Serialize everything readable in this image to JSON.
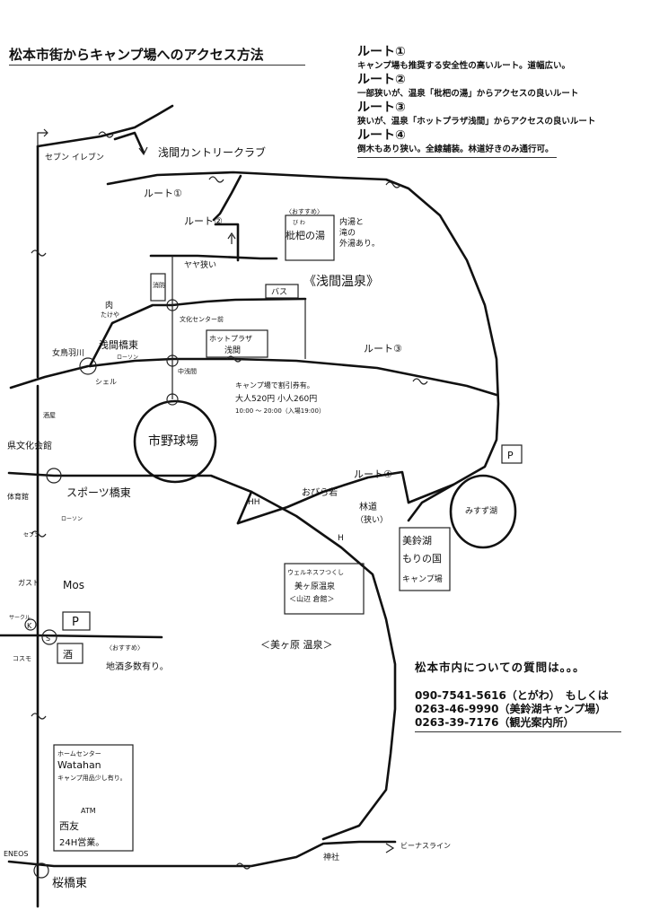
{
  "header": {
    "title": "松本市街からキャンプ場へのアクセス方法"
  },
  "routes": [
    {
      "label": "ルート①",
      "desc": "キャンプ場も推奨する安全性の高いルート。道幅広い。"
    },
    {
      "label": "ルート②",
      "desc": "一部狭いが、温泉「枇杷の湯」からアクセスの良いルート"
    },
    {
      "label": "ルート③",
      "desc": "狭いが、温泉「ホットプラザ浅間」からアクセスの良いルート"
    },
    {
      "label": "ルート④",
      "desc": "倒木もあり狭い。全線舗装。林道好きのみ通行可。"
    }
  ],
  "contact": {
    "question": "松本市内についての質問は。。。",
    "line1": "090-7541-5616（とがわ）　もしくは",
    "line2": "0263-46-9990（美鈴湖キャンプ場）",
    "line3": "0263-39-7176（観光案内所）"
  },
  "map_labels": {
    "seven_eleven": "セブン\nイレブン",
    "country_club": "浅間カントリークラブ",
    "route1": "ルート①",
    "route2": "ルート②",
    "route3": "ルート③",
    "route4": "ルート④",
    "yaya_semai": "ヤヤ狭い",
    "osusume": "〈おすすめ〉",
    "biwa_furi": "び わ",
    "biwa_yu": "枇杷の湯",
    "uchiyu": "内湯と",
    "taki": "滝の",
    "sotoyu": "外湯あり。",
    "asama_onsen": "《浅間温泉》",
    "bus": "バス",
    "shobo": "消防",
    "niku": "肉",
    "takeya": "たけや",
    "bunka_center": "文化センター前",
    "hot_plaza_1": "ホットプラザ",
    "hot_plaza_2": "浅間",
    "asama_bashi": "浅間橋東",
    "lawson_near": "ローソン",
    "chuasama": "中浅間",
    "shell": "シェル",
    "metoba": "女鳥羽川",
    "sakaya": "酒屋",
    "discount": "キャンプ場で割引券有。",
    "price": "大人520円 小人260円",
    "hours": "10:00 〜 20:00（入場19:00）",
    "stadium": "市野球場",
    "kenbunka": "県文化会館",
    "taiikukan": "体育館",
    "sports_bashi": "スポーツ橋東",
    "lawson": "ローソン",
    "seven": "セブン",
    "gusto": "ガスト",
    "mos": "Mos",
    "circle_k": "サークル",
    "k_mark": "K",
    "p_mark": "P",
    "s_mark": "S",
    "cosmo": "コスモ",
    "sake_box": "酒",
    "sake_note": "〈おすすめ〉",
    "local_sake": "地酒多数有り。",
    "home_center": "ホームセンター",
    "watahan": "Watahan",
    "camp_goods": "キャンプ用品少し有り。",
    "atm": "ATM",
    "seiyu": "西友",
    "hours24": "24H営業。",
    "eneos": "ENEOS",
    "sakura_bashi": "桜橋東",
    "venus": "ビーナスライン",
    "jinja": "神社",
    "hh": "HH",
    "obirami": "おびら若",
    "rindo": "林道",
    "semai": "（狭い）",
    "misuzuko": "みすず湖",
    "camp1": "美鈴湖",
    "camp2": "もりの国",
    "camp3": "キャンプ場",
    "wellness": "ウェルネスフつくし",
    "utsukushi": "美ヶ原温泉",
    "yamanobe": "＜山辺 倉館＞",
    "utsukushigahara": "＜美ヶ原 温泉＞",
    "h_mark": "H"
  }
}
